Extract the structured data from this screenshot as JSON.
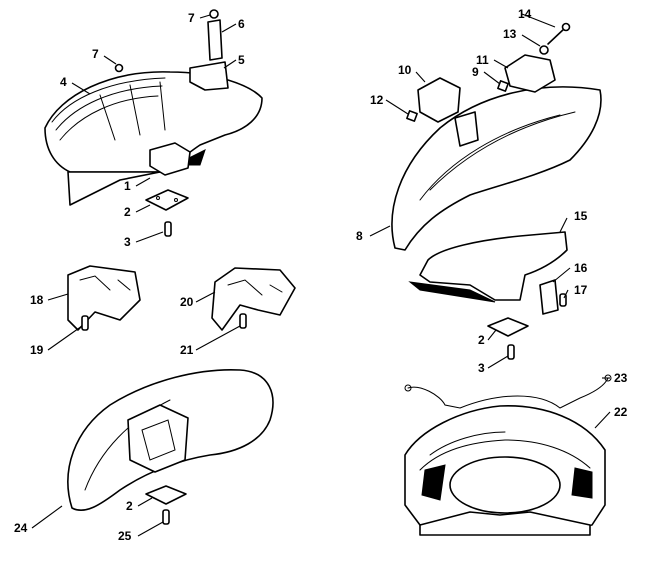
{
  "callouts": {
    "c1": "1",
    "c2a": "2",
    "c3a": "3",
    "c4": "4",
    "c5": "5",
    "c6": "6",
    "c7a": "7",
    "c7b": "7",
    "c8": "8",
    "c9": "9",
    "c10": "10",
    "c11": "11",
    "c12": "12",
    "c13": "13",
    "c14": "14",
    "c15": "15",
    "c16": "16",
    "c17": "17",
    "c2b": "2",
    "c3b": "3",
    "c18": "18",
    "c19": "19",
    "c20": "20",
    "c21": "21",
    "c23": "23",
    "c22": "22",
    "c2c": "2",
    "c24": "24",
    "c25": "25"
  }
}
